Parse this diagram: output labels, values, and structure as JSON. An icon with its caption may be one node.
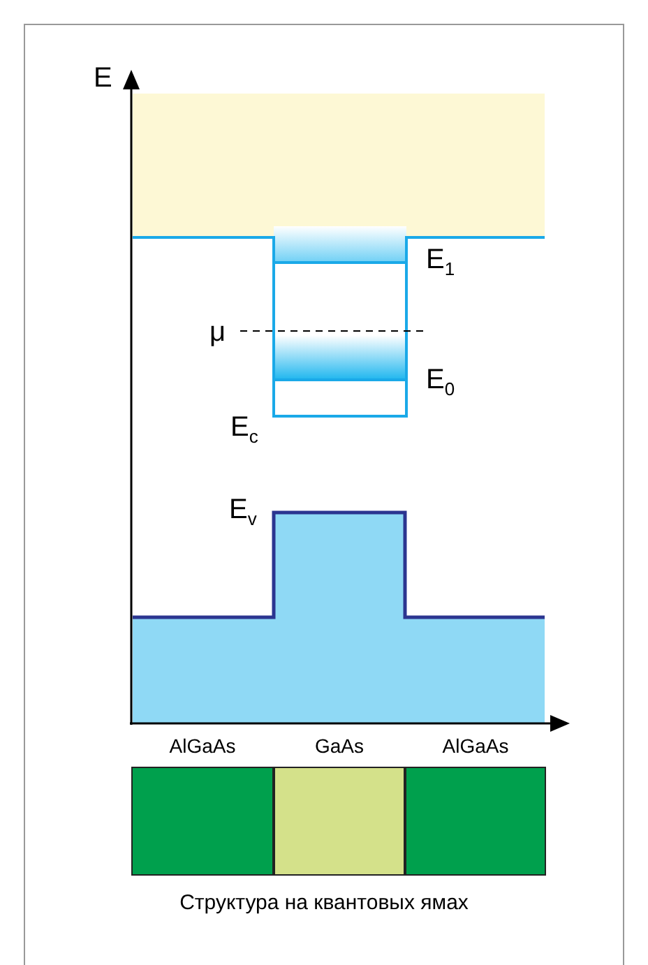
{
  "diagram": {
    "caption": "Структура на квантовых ямах",
    "nodes": [
      {
        "text": [
          "AlGaAs"
        ]
      },
      {
        "text": [
          "GaAs"
        ]
      },
      {
        "text": [
          "AlGaAs"
        ]
      }
    ],
    "labels": [
      "E",
      "E$_{1}$",
      "μ",
      "E$_{0}$",
      "E$_{c}$",
      "E$_{v}$"
    ]
  }
}
